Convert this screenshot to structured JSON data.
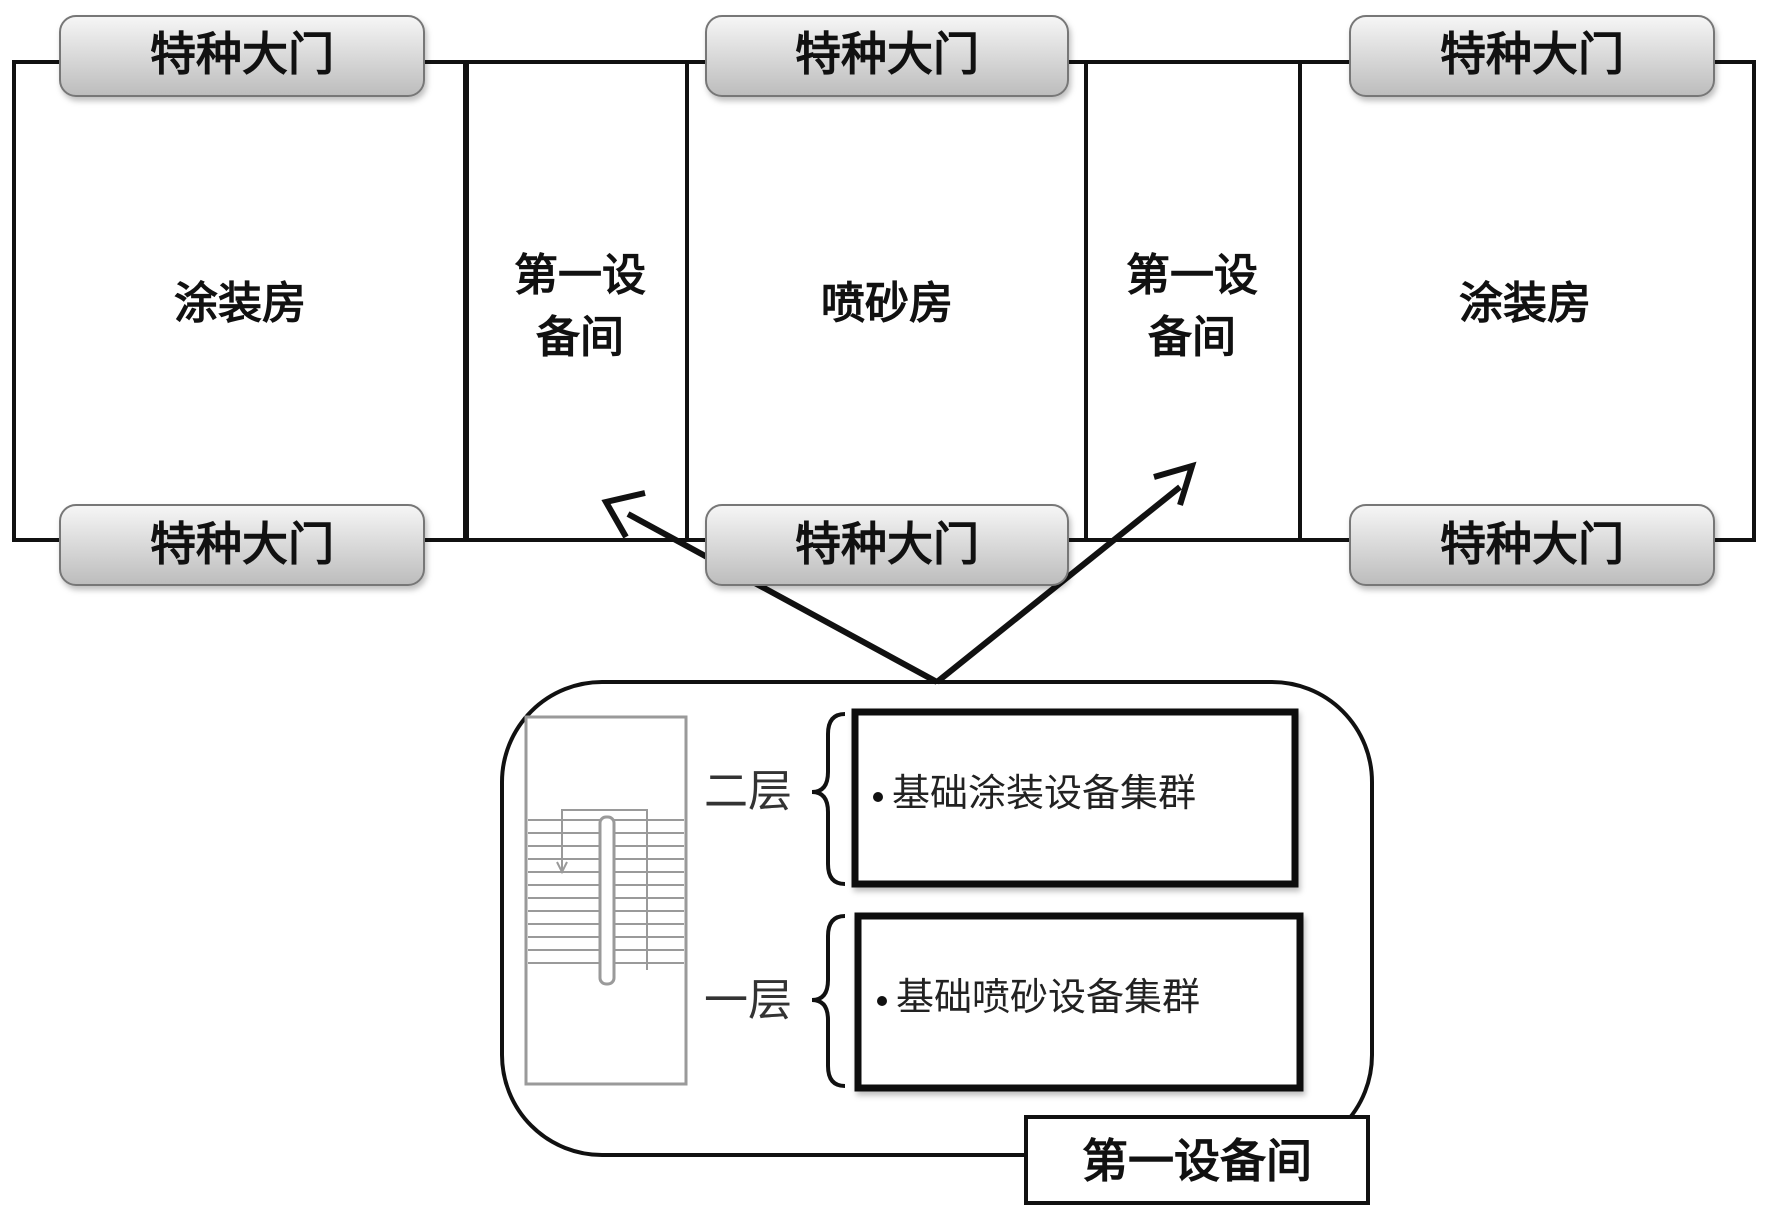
{
  "rooms": [
    {
      "id": "coating-1",
      "label": "涂装房"
    },
    {
      "id": "equip-1",
      "label": [
        "第一设",
        "备间"
      ]
    },
    {
      "id": "blasting",
      "label": "喷砂房"
    },
    {
      "id": "equip-2",
      "label": [
        "第一设",
        "备间"
      ]
    },
    {
      "id": "coating-2",
      "label": "涂装房"
    }
  ],
  "doors": [
    {
      "label": "特种大门"
    },
    {
      "label": "特种大门"
    },
    {
      "label": "特种大门"
    },
    {
      "label": "特种大门"
    },
    {
      "label": "特种大门"
    },
    {
      "label": "特种大门"
    }
  ],
  "detail": {
    "title": "第一设备间",
    "floors": [
      {
        "label": "二层",
        "cluster": "基础涂装设备集群"
      },
      {
        "label": "一层",
        "cluster": "基础喷砂设备集群"
      }
    ]
  },
  "colors": {
    "door_fill_top": "#f4f4f4",
    "door_fill_bottom": "#bdbdbd",
    "line": "#111111",
    "stair": "#9a9a9a"
  }
}
